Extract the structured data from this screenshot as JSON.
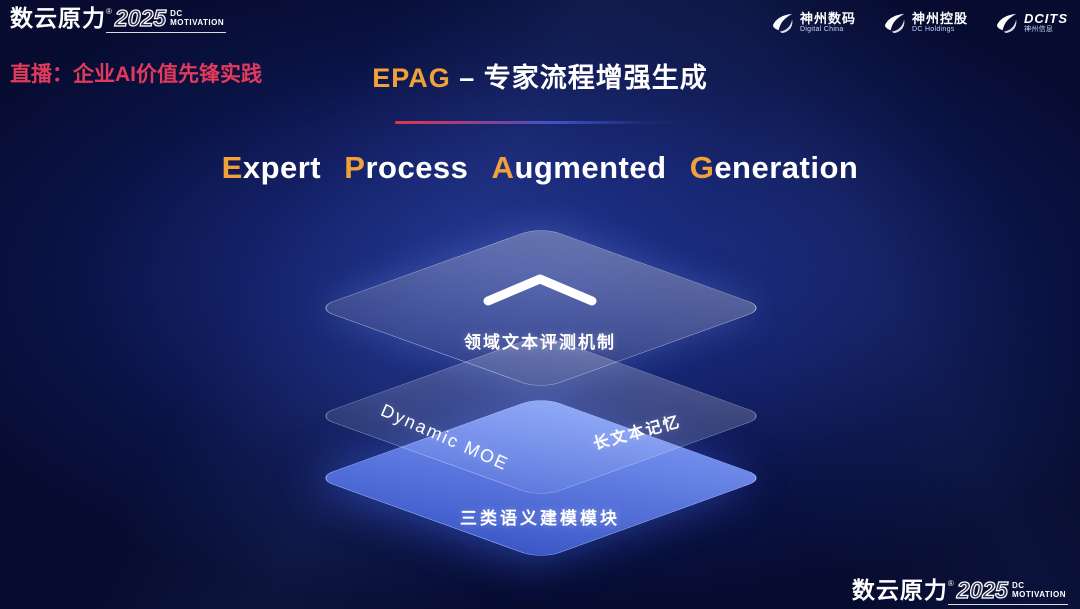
{
  "colors": {
    "accent_gold": "#f0a13a",
    "live_red": "#e23a5c",
    "layer_blue": "#4d6ce8",
    "background_navy": "#0b1448"
  },
  "header": {
    "brand": {
      "cn": "数云原力",
      "reg": "®",
      "year": "2025",
      "sub_top": "DC",
      "sub_bottom": "MOTIVATION"
    },
    "live_label": "直播：企业AI价值先锋实践",
    "title": {
      "abbr": "EPAG",
      "dash": "–",
      "cn": "专家流程增强生成"
    },
    "partners": [
      {
        "name": "神州数码",
        "sub": "Digital China"
      },
      {
        "name": "神州控股",
        "sub": "DC Holdings"
      },
      {
        "name": "DCITS",
        "sub": "神州信息"
      }
    ]
  },
  "subtitle": {
    "words": [
      {
        "first": "E",
        "rest": "xpert"
      },
      {
        "first": "P",
        "rest": "rocess"
      },
      {
        "first": "A",
        "rest": "ugmented"
      },
      {
        "first": "G",
        "rest": "eneration"
      }
    ]
  },
  "diagram": {
    "top_layer_label": "领域文本评测机制",
    "middle_layer_left_label": "Dynamic MOE",
    "middle_layer_right_label": "长文本记忆",
    "bottom_layer_label": "三类语义建模模块"
  },
  "footer": {
    "brand": {
      "cn": "数云原力",
      "reg": "®",
      "year": "2025",
      "sub_top": "DC",
      "sub_bottom": "MOTIVATION"
    }
  }
}
